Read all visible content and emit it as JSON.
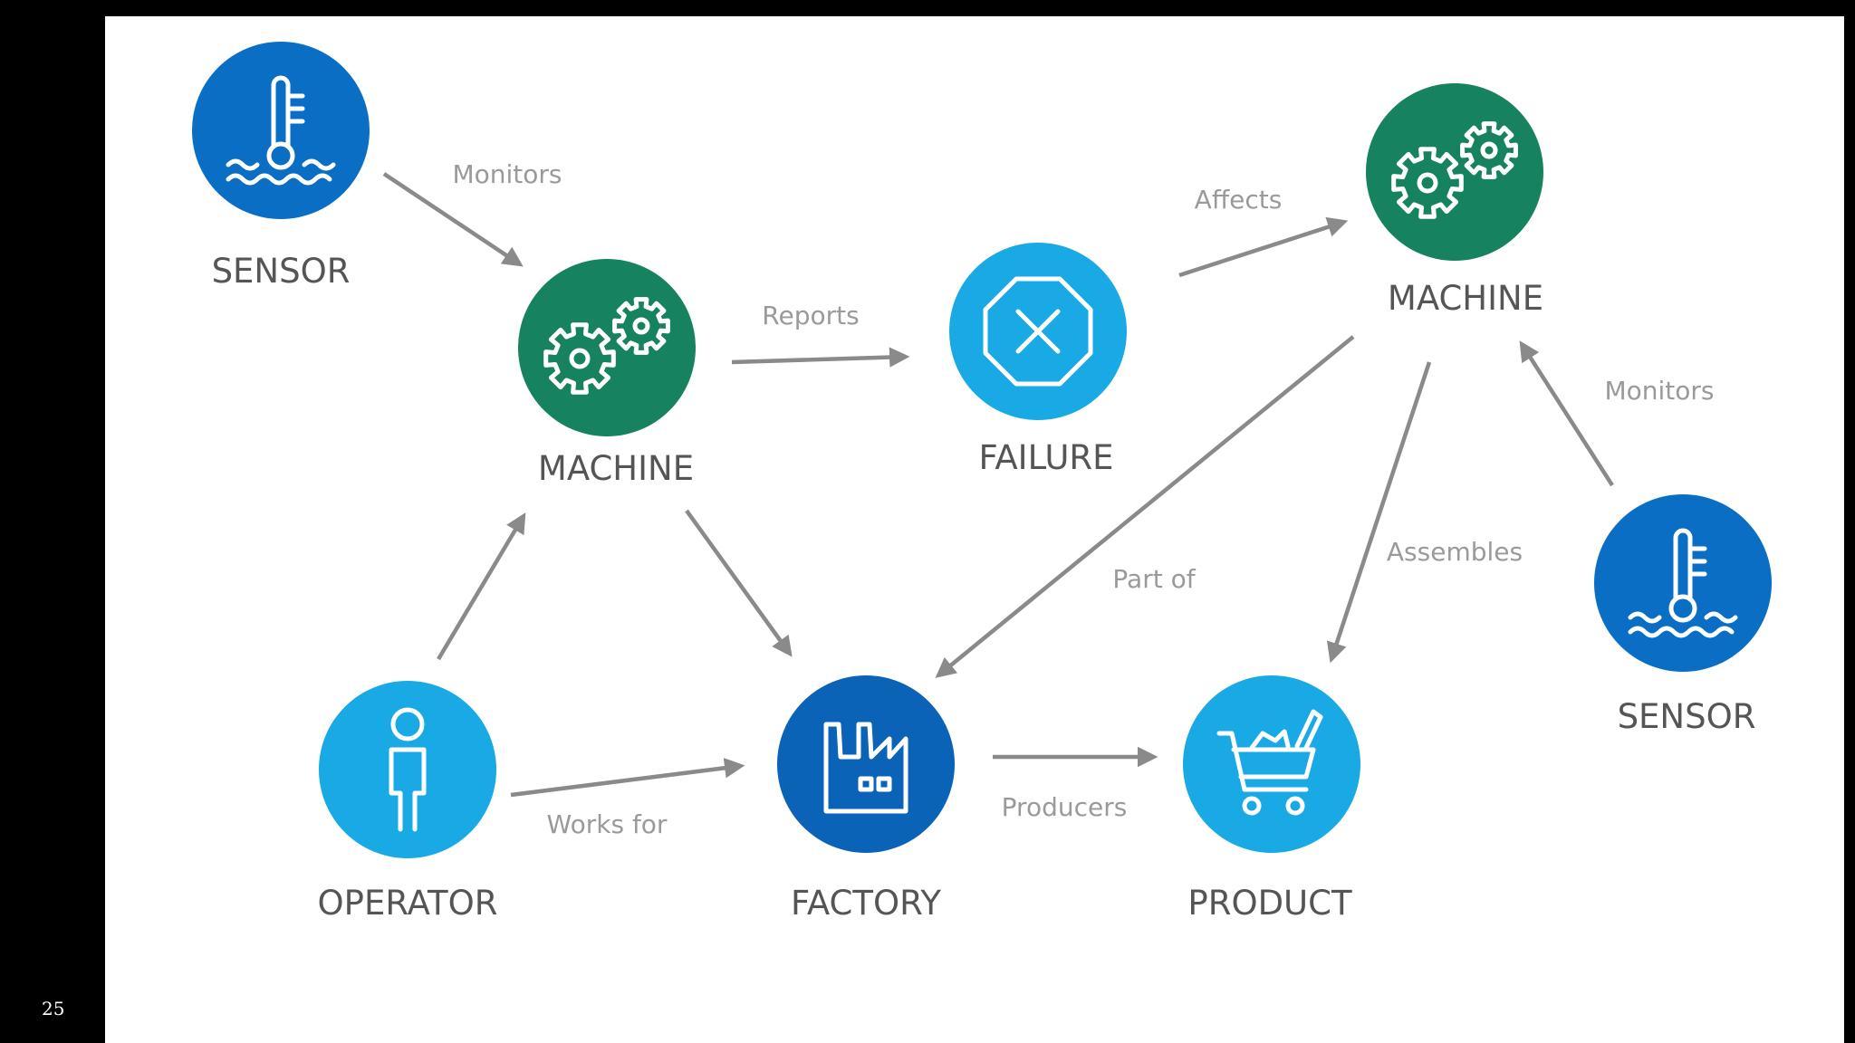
{
  "colors": {
    "sensor": "#0a6fc4",
    "machine": "#17825f",
    "failure": "#19a9e4",
    "operator": "#19a9e4",
    "factory": "#0b63b8",
    "product": "#19a9e4",
    "edge": "#8a8a8a",
    "node_label": "#555555",
    "edge_label": "#9a9a9a"
  },
  "nodes": [
    {
      "id": "sensor-1",
      "label": "SENSOR",
      "icon": "thermometer-water-icon"
    },
    {
      "id": "machine-1",
      "label": "MACHINE",
      "icon": "gears-icon"
    },
    {
      "id": "failure",
      "label": "FAILURE",
      "icon": "octagon-x-icon"
    },
    {
      "id": "machine-2",
      "label": "MACHINE",
      "icon": "gears-icon"
    },
    {
      "id": "sensor-2",
      "label": "SENSOR",
      "icon": "thermometer-water-icon"
    },
    {
      "id": "operator",
      "label": "OPERATOR",
      "icon": "person-icon"
    },
    {
      "id": "factory",
      "label": "FACTORY",
      "icon": "factory-icon"
    },
    {
      "id": "product",
      "label": "PRODUCT",
      "icon": "shopping-cart-icon"
    }
  ],
  "edges": [
    {
      "from": "sensor-1",
      "to": "machine-1",
      "label": "Monitors"
    },
    {
      "from": "machine-1",
      "to": "failure",
      "label": "Reports"
    },
    {
      "from": "failure",
      "to": "machine-2",
      "label": "Affects"
    },
    {
      "from": "sensor-2",
      "to": "machine-2",
      "label": "Monitors"
    },
    {
      "from": "machine-2",
      "to": "factory",
      "label": "Part of"
    },
    {
      "from": "machine-2",
      "to": "product",
      "label": "Assembles"
    },
    {
      "from": "operator",
      "to": "machine-1",
      "label": ""
    },
    {
      "from": "machine-1",
      "to": "factory",
      "label": ""
    },
    {
      "from": "operator",
      "to": "factory",
      "label": "Works for"
    },
    {
      "from": "factory",
      "to": "product",
      "label": "Producers"
    }
  ],
  "page_number": "25"
}
